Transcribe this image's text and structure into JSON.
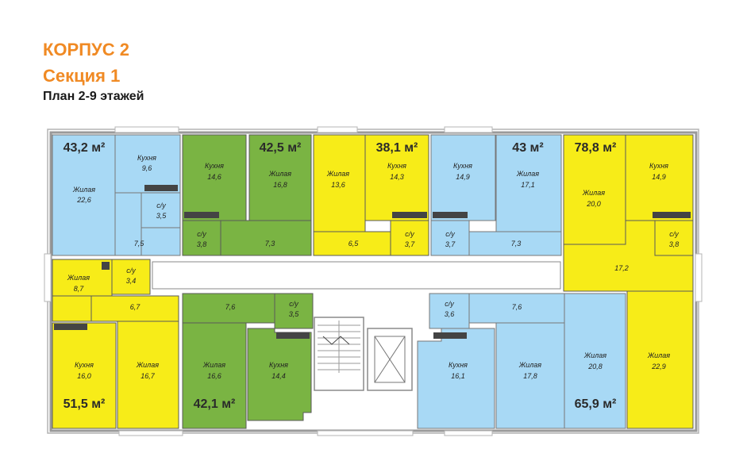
{
  "header": {
    "building": "КОРПУС 2",
    "section": "Секция 1",
    "plan": "План 2-9 этажей"
  },
  "colors": {
    "heading": "#f08a24",
    "blue": "#a8d9f5",
    "green": "#7ab443",
    "yellow": "#f7ec18",
    "wall": "#8a8a8a",
    "outline": "#b4b4b4"
  },
  "apartments": [
    {
      "id": "apt-43-2",
      "area": "43,2 м²",
      "color": "blue",
      "rooms": [
        {
          "id": "living",
          "label": "Жилая",
          "value": "22,6"
        },
        {
          "id": "kitchen",
          "label": "Кухня",
          "value": "9,6"
        },
        {
          "id": "bath",
          "label": "с/у",
          "value": "3,5"
        },
        {
          "id": "hall",
          "label": "",
          "value": "7,5"
        }
      ]
    },
    {
      "id": "apt-42-5",
      "area": "42,5 м²",
      "color": "green",
      "rooms": [
        {
          "id": "kitchen",
          "label": "Кухня",
          "value": "14,6"
        },
        {
          "id": "living",
          "label": "Жилая",
          "value": "16,8"
        },
        {
          "id": "bath",
          "label": "с/у",
          "value": "3,8"
        },
        {
          "id": "hall",
          "label": "",
          "value": "7,3"
        }
      ]
    },
    {
      "id": "apt-38-1",
      "area": "38,1 м²",
      "color": "yellow",
      "rooms": [
        {
          "id": "living",
          "label": "Жилая",
          "value": "13,6"
        },
        {
          "id": "kitchen",
          "label": "Кухня",
          "value": "14,3"
        },
        {
          "id": "hall",
          "label": "",
          "value": "6,5"
        },
        {
          "id": "bath",
          "label": "с/у",
          "value": "3,7"
        }
      ]
    },
    {
      "id": "apt-43",
      "area": "43 м²",
      "color": "blue",
      "rooms": [
        {
          "id": "kitchen",
          "label": "Кухня",
          "value": "14,9"
        },
        {
          "id": "living",
          "label": "Жилая",
          "value": "17,1"
        },
        {
          "id": "bath",
          "label": "с/у",
          "value": "3,7"
        },
        {
          "id": "hall",
          "label": "",
          "value": "7,3"
        }
      ]
    },
    {
      "id": "apt-78-8",
      "area": "78,8 м²",
      "color": "yellow",
      "rooms": [
        {
          "id": "living",
          "label": "Жилая",
          "value": "20,0"
        },
        {
          "id": "kitchen",
          "label": "Кухня",
          "value": "14,9"
        },
        {
          "id": "bath",
          "label": "с/у",
          "value": "3,8"
        },
        {
          "id": "hall",
          "label": "",
          "value": "17,2"
        },
        {
          "id": "living2",
          "label": "Жилая",
          "value": "22,9"
        }
      ]
    },
    {
      "id": "apt-51-5",
      "area": "51,5 м²",
      "color": "yellow",
      "rooms": [
        {
          "id": "living",
          "label": "Жилая",
          "value": "8,7"
        },
        {
          "id": "bath",
          "label": "с/у",
          "value": "3,4"
        },
        {
          "id": "hall",
          "label": "",
          "value": "6,7"
        },
        {
          "id": "kitchen",
          "label": "Кухня",
          "value": "16,0"
        },
        {
          "id": "living2",
          "label": "Жилая",
          "value": "16,7"
        }
      ]
    },
    {
      "id": "apt-42-1",
      "area": "42,1 м²",
      "color": "green",
      "rooms": [
        {
          "id": "hall",
          "label": "",
          "value": "7,6"
        },
        {
          "id": "bath",
          "label": "с/у",
          "value": "3,5"
        },
        {
          "id": "living",
          "label": "Жилая",
          "value": "16,6"
        },
        {
          "id": "kitchen",
          "label": "Кухня",
          "value": "14,4"
        }
      ]
    },
    {
      "id": "apt-65-9",
      "area": "65,9 м²",
      "color": "blue",
      "rooms": [
        {
          "id": "bath",
          "label": "с/у",
          "value": "3,6"
        },
        {
          "id": "hall",
          "label": "",
          "value": "7,6"
        },
        {
          "id": "kitchen",
          "label": "Кухня",
          "value": "16,1"
        },
        {
          "id": "living",
          "label": "Жилая",
          "value": "17,8"
        },
        {
          "id": "living2",
          "label": "Жилая",
          "value": "20,8"
        }
      ]
    }
  ]
}
